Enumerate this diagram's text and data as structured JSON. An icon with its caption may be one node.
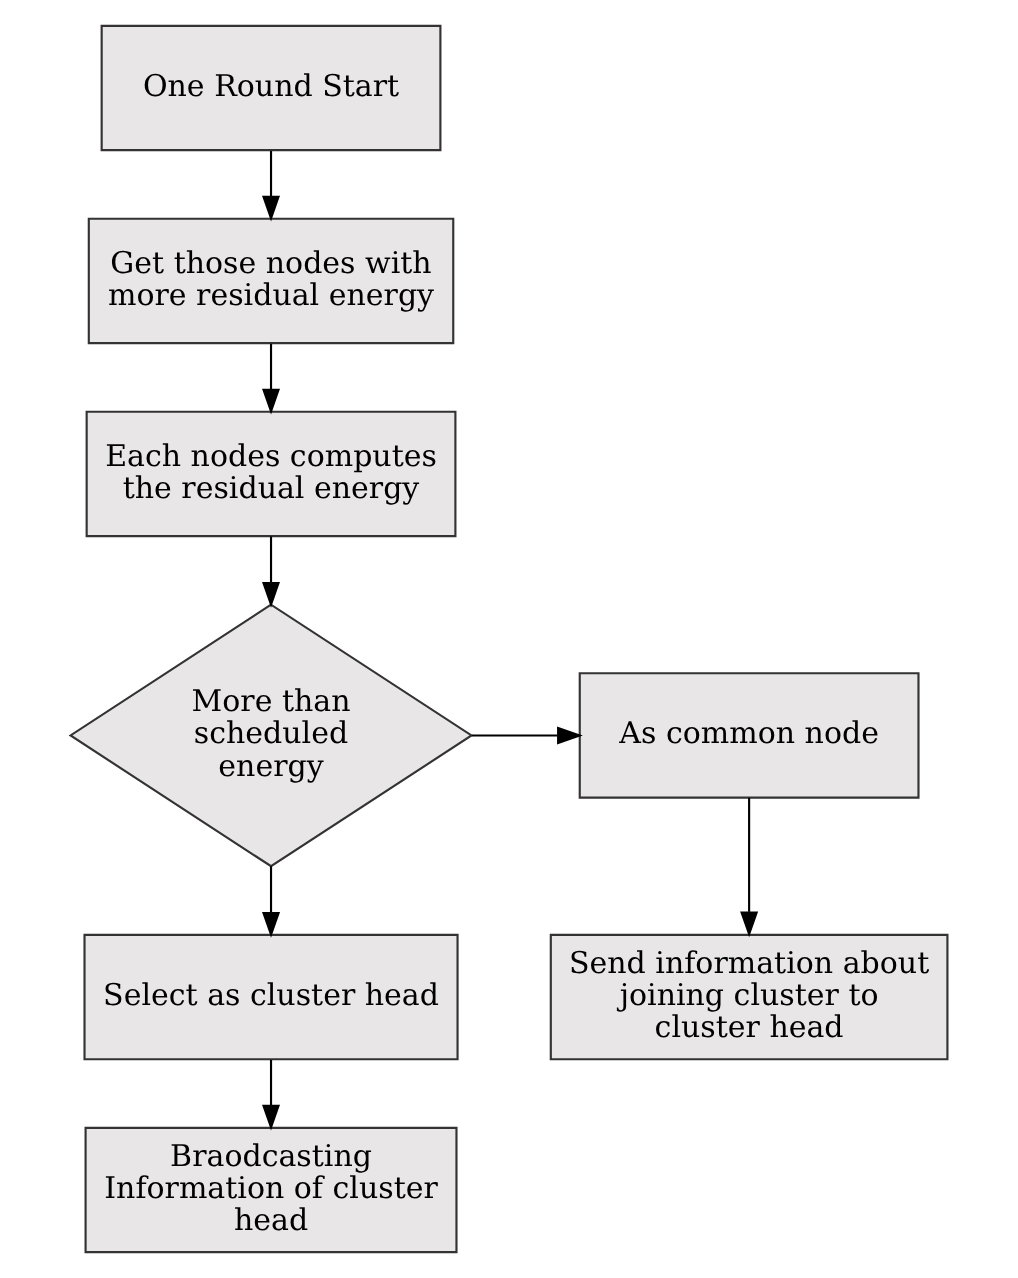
{
  "diagram": {
    "nodes": [
      {
        "text": [
          "One Round Start"
        ]
      },
      {
        "text": [
          "Get those nodes with more residual energy"
        ]
      },
      {
        "text": [
          "Each nodes computes the residual energy"
        ]
      },
      {
        "text": [
          "More than scheduled energy"
        ]
      },
      {
        "text": [
          "As common node"
        ]
      },
      {
        "text": [
          "Send information about joining cluster to cluster head"
        ]
      },
      {
        "text": [
          "Select as cluster head"
        ]
      },
      {
        "text": [
          "Braodcasting Information of cluster head"
        ]
      }
    ],
    "edges": [
      {
        "from": 0,
        "to": 1,
        "arrow": "to"
      },
      {
        "from": 1,
        "to": 2,
        "arrow": "to"
      },
      {
        "from": 2,
        "to": 3,
        "arrow": "to"
      },
      {
        "from": 3,
        "to": 4,
        "arrow": "to"
      },
      {
        "from": 4,
        "to": 5,
        "arrow": "to"
      },
      {
        "from": 3,
        "to": 6,
        "arrow": "to"
      },
      {
        "from": 6,
        "to": 7,
        "arrow": "to"
      }
    ]
  }
}
